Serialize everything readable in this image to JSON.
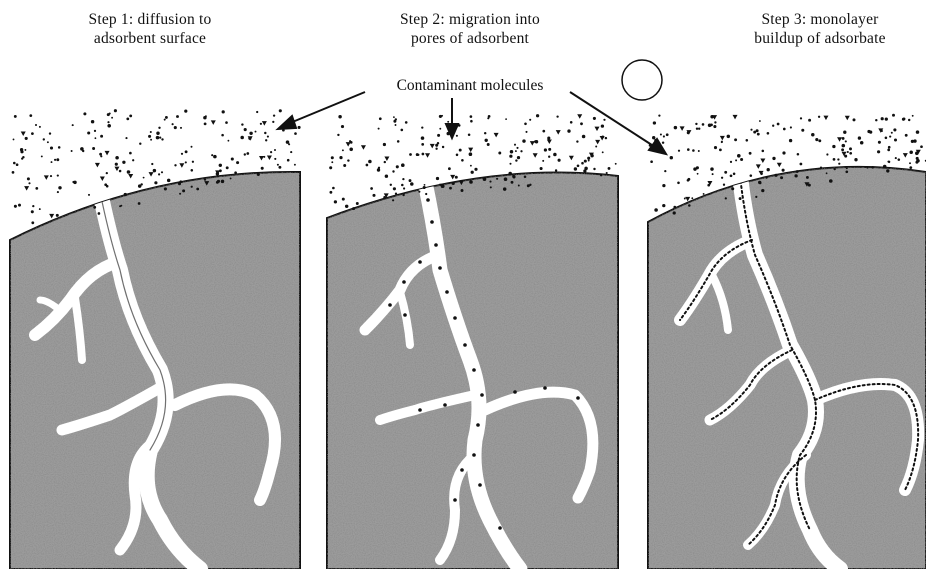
{
  "steps": [
    {
      "line1": "Step 1: diffusion to",
      "line2": "adsorbent surface"
    },
    {
      "line1": "Step 2: migration into",
      "line2": "pores of adsorbent"
    },
    {
      "line1": "Step 3: monolayer",
      "line2": "buildup of adsorbate"
    }
  ],
  "contaminant_label": "Contaminant molecules",
  "colors": {
    "adsorbent_fill": "#9c9c9c",
    "pore_fill": "#ffffff",
    "outline": "#111111",
    "background": "#ffffff"
  }
}
